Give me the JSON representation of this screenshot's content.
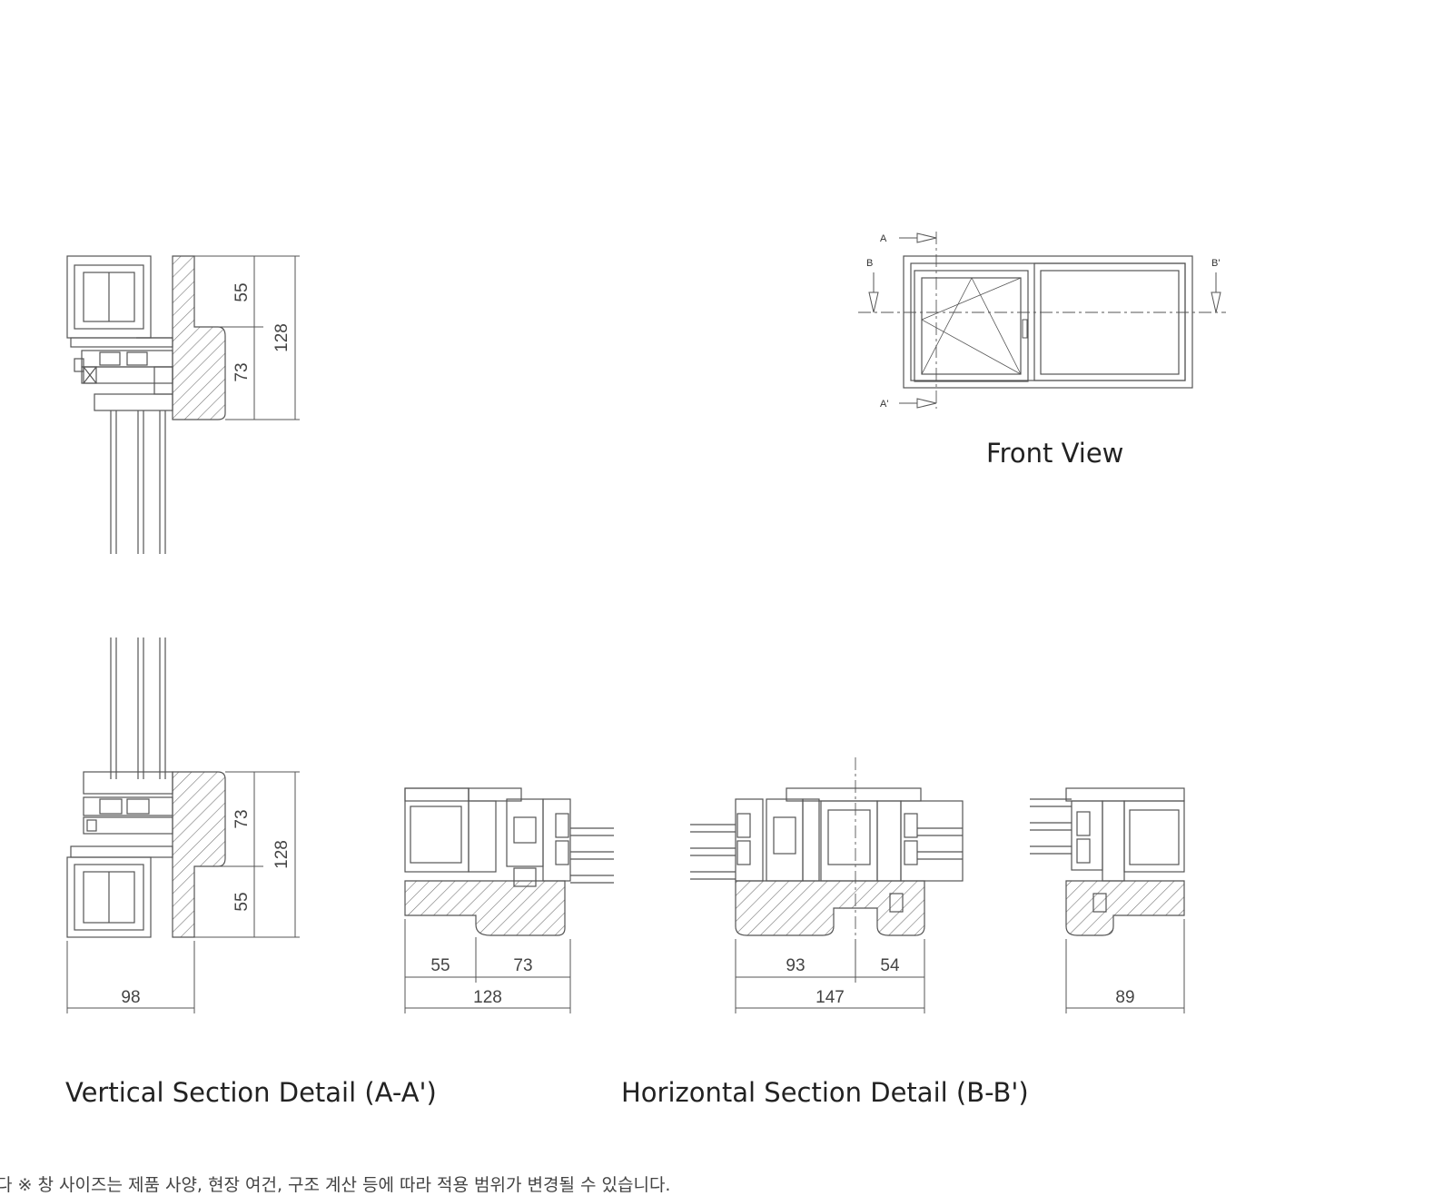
{
  "front_view": {
    "caption": "Front View",
    "section_labels": {
      "a": "A",
      "a_prime": "A'",
      "b": "B",
      "b_prime": "B'"
    }
  },
  "vertical_section": {
    "caption": "Vertical Section Detail (A-A')",
    "top_dims": [
      "55",
      "73",
      "128"
    ],
    "bottom_dims": [
      "73",
      "55",
      "128"
    ],
    "width_dim": "98"
  },
  "horizontal_section": {
    "caption": "Horizontal Section Detail (B-B')",
    "left_dims": [
      "55",
      "73",
      "128"
    ],
    "middle_dims": [
      "93",
      "54",
      "147"
    ],
    "right_dim": "89"
  },
  "footer_note": "다   ※ 창 사이즈는 제품 사양, 현장 여건, 구조 계산 등에 따라 적용 범위가 변경될 수 있습니다."
}
